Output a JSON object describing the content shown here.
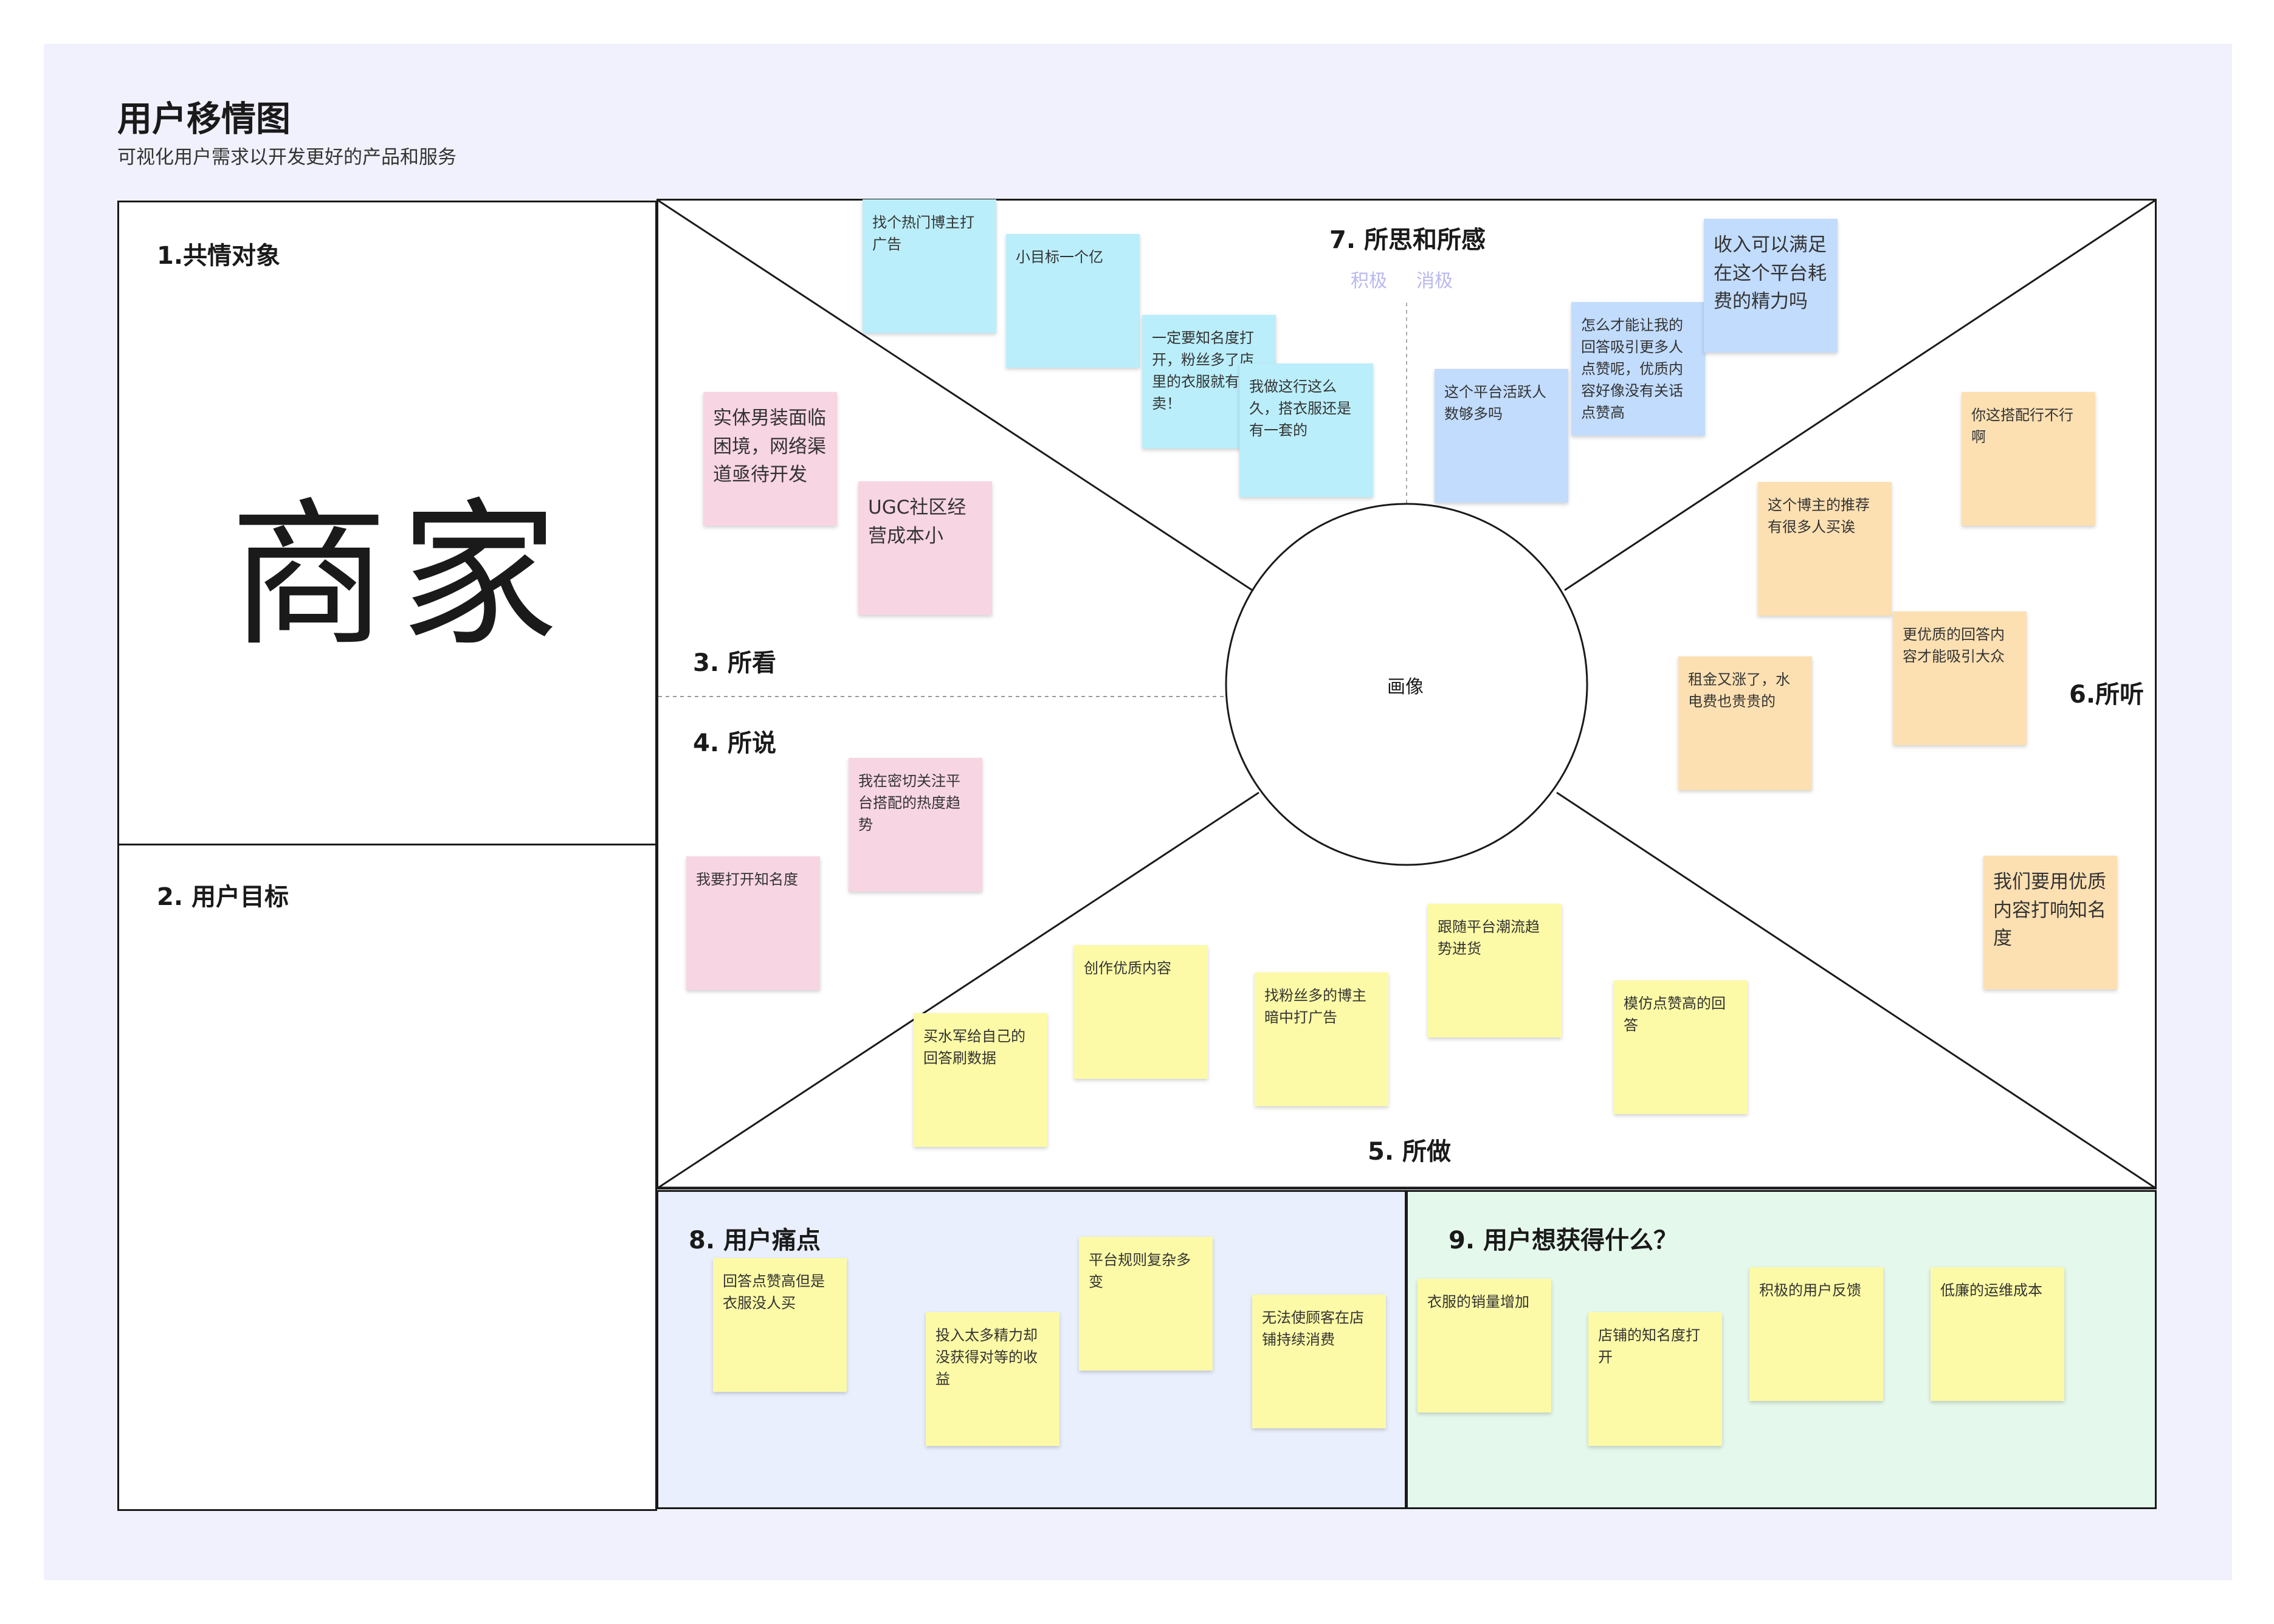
{
  "header": {
    "title": "用户移情图",
    "subtitle": "可视化用户需求以开发更好的产品和服务"
  },
  "sections": {
    "target": {
      "label": "1.共情对象",
      "value": "商家"
    },
    "goal": {
      "label": "2. 用户目标"
    },
    "see": {
      "label": "3. 所看"
    },
    "say": {
      "label": "4. 所说"
    },
    "do": {
      "label": "5. 所做"
    },
    "hear": {
      "label": "6.所听"
    },
    "think": {
      "label": "7. 所思和所感",
      "positive": "积极",
      "negative": "消极"
    },
    "center": {
      "label": "画像"
    },
    "pain": {
      "label": "8. 用户痛点"
    },
    "gain": {
      "label": "9. 用户想获得什么？"
    }
  },
  "notes": {
    "think_pos_1": "找个热门博主打广告",
    "think_pos_2": "小目标一个亿",
    "think_pos_3": "一定要知名度打开，粉丝多了店里的衣服就有卖！",
    "think_pos_4": "我做这行这么久，搭衣服还是有一套的",
    "think_neg_1": "这个平台活跃人数够多吗",
    "think_neg_2": "怎么才能让我的回答吸引更多人点赞呢，优质内容好像没有关话点赞高",
    "think_neg_3": "收入可以满足在这个平台耗费的精力吗",
    "see_1": "实体男装面临困境，网络渠道亟待开发",
    "see_2": "UGC社区经营成本小",
    "say_1": "我在密切关注平台搭配的热度趋势",
    "say_2": "我要打开知名度",
    "hear_1": "你这搭配行不行啊",
    "hear_2": "这个博主的推荐有很多人买诶",
    "hear_3": "更优质的回答内容才能吸引大众",
    "hear_4": "租金又涨了，水电费也贵贵的",
    "hear_5": "我们要用优质内容打响知名度",
    "do_1": "买水军给自己的回答刷数据",
    "do_2": "创作优质内容",
    "do_3": "找粉丝多的博主暗中打广告",
    "do_4": "跟随平台潮流趋势进货",
    "do_5": "模仿点赞高的回答",
    "pain_1": "回答点赞高但是衣服没人买",
    "pain_2": "投入太多精力却没获得对等的收益",
    "pain_3": "平台规则复杂多变",
    "pain_4": "无法使顾客在店铺持续消费",
    "gain_1": "衣服的销量增加",
    "gain_2": "店铺的知名度打开",
    "gain_3": "积极的用户反馈",
    "gain_4": "低廉的运维成本"
  },
  "colors": {
    "background": "#f1f1fd",
    "cyan_note": "#baeefa",
    "pink_note": "#f8d5e3",
    "blue_note": "#c2dcfd",
    "orange_note": "#fde0b2",
    "yellow_note": "#fcfaa6",
    "pain_panel": "#e9effd",
    "gain_panel": "#e5f8ec"
  }
}
